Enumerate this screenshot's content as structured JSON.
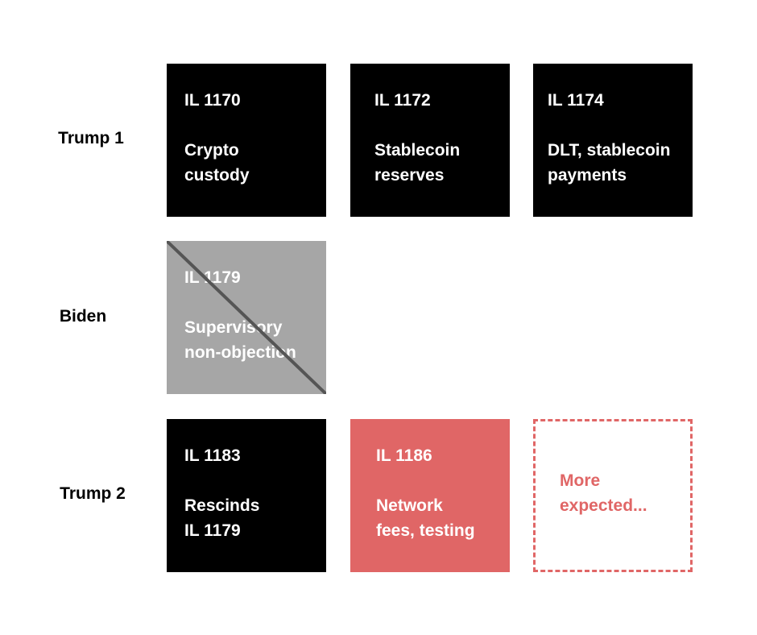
{
  "rows": [
    {
      "label": "Trump 1"
    },
    {
      "label": "Biden"
    },
    {
      "label": "Trump 2"
    }
  ],
  "boxes": {
    "il1170": {
      "code": "IL 1170",
      "desc": "Crypto\ncustody"
    },
    "il1172": {
      "code": "IL 1172",
      "desc": "Stablecoin\nreserves"
    },
    "il1174": {
      "code": "IL 1174",
      "desc": "DLT, stablecoin\npayments"
    },
    "il1179": {
      "code": "IL 1179",
      "desc": "Supervisory\nnon-objection",
      "status": "struck-through"
    },
    "il1183": {
      "code": "IL 1183",
      "desc": "Rescinds\nIL 1179"
    },
    "il1186": {
      "code": "IL 1186",
      "desc": "Network\nfees, testing"
    },
    "more": {
      "desc": "More\nexpected..."
    }
  },
  "colors": {
    "black_box": "#000000",
    "rescinded_box": "#a6a6a6",
    "highlight_box": "#e06666",
    "strike_line": "#555555"
  }
}
